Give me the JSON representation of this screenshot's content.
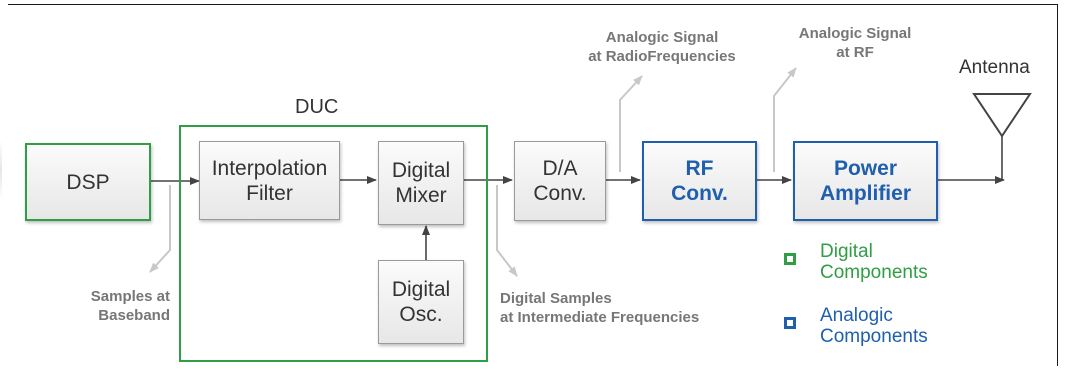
{
  "blocks": {
    "dsp": "DSP",
    "interp": "Interpolation\nFilter",
    "mixer": "Digital\nMixer",
    "osc": "Digital\nOsc.",
    "dac": "D/A\nConv.",
    "rf": "RF\nConv.",
    "pa": "Power\nAmplifier"
  },
  "group_title": "DUC",
  "antenna_label": "Antenna",
  "annotations": {
    "baseband": "Samples at\nBaseband",
    "intermediate": "Digital Samples\nat Intermediate Frequencies",
    "rf_signal": "Analogic Signal\nat RadioFrequencies",
    "rf_out": "Analogic Signal\nat RF"
  },
  "legend": {
    "digital": "Digital\nComponents",
    "analogic": "Analogic\nComponents"
  },
  "colors": {
    "digital": "#2f9e44",
    "analogic": "#1f5fae",
    "annotation": "#777777",
    "block_fill": "#eeeeee"
  }
}
